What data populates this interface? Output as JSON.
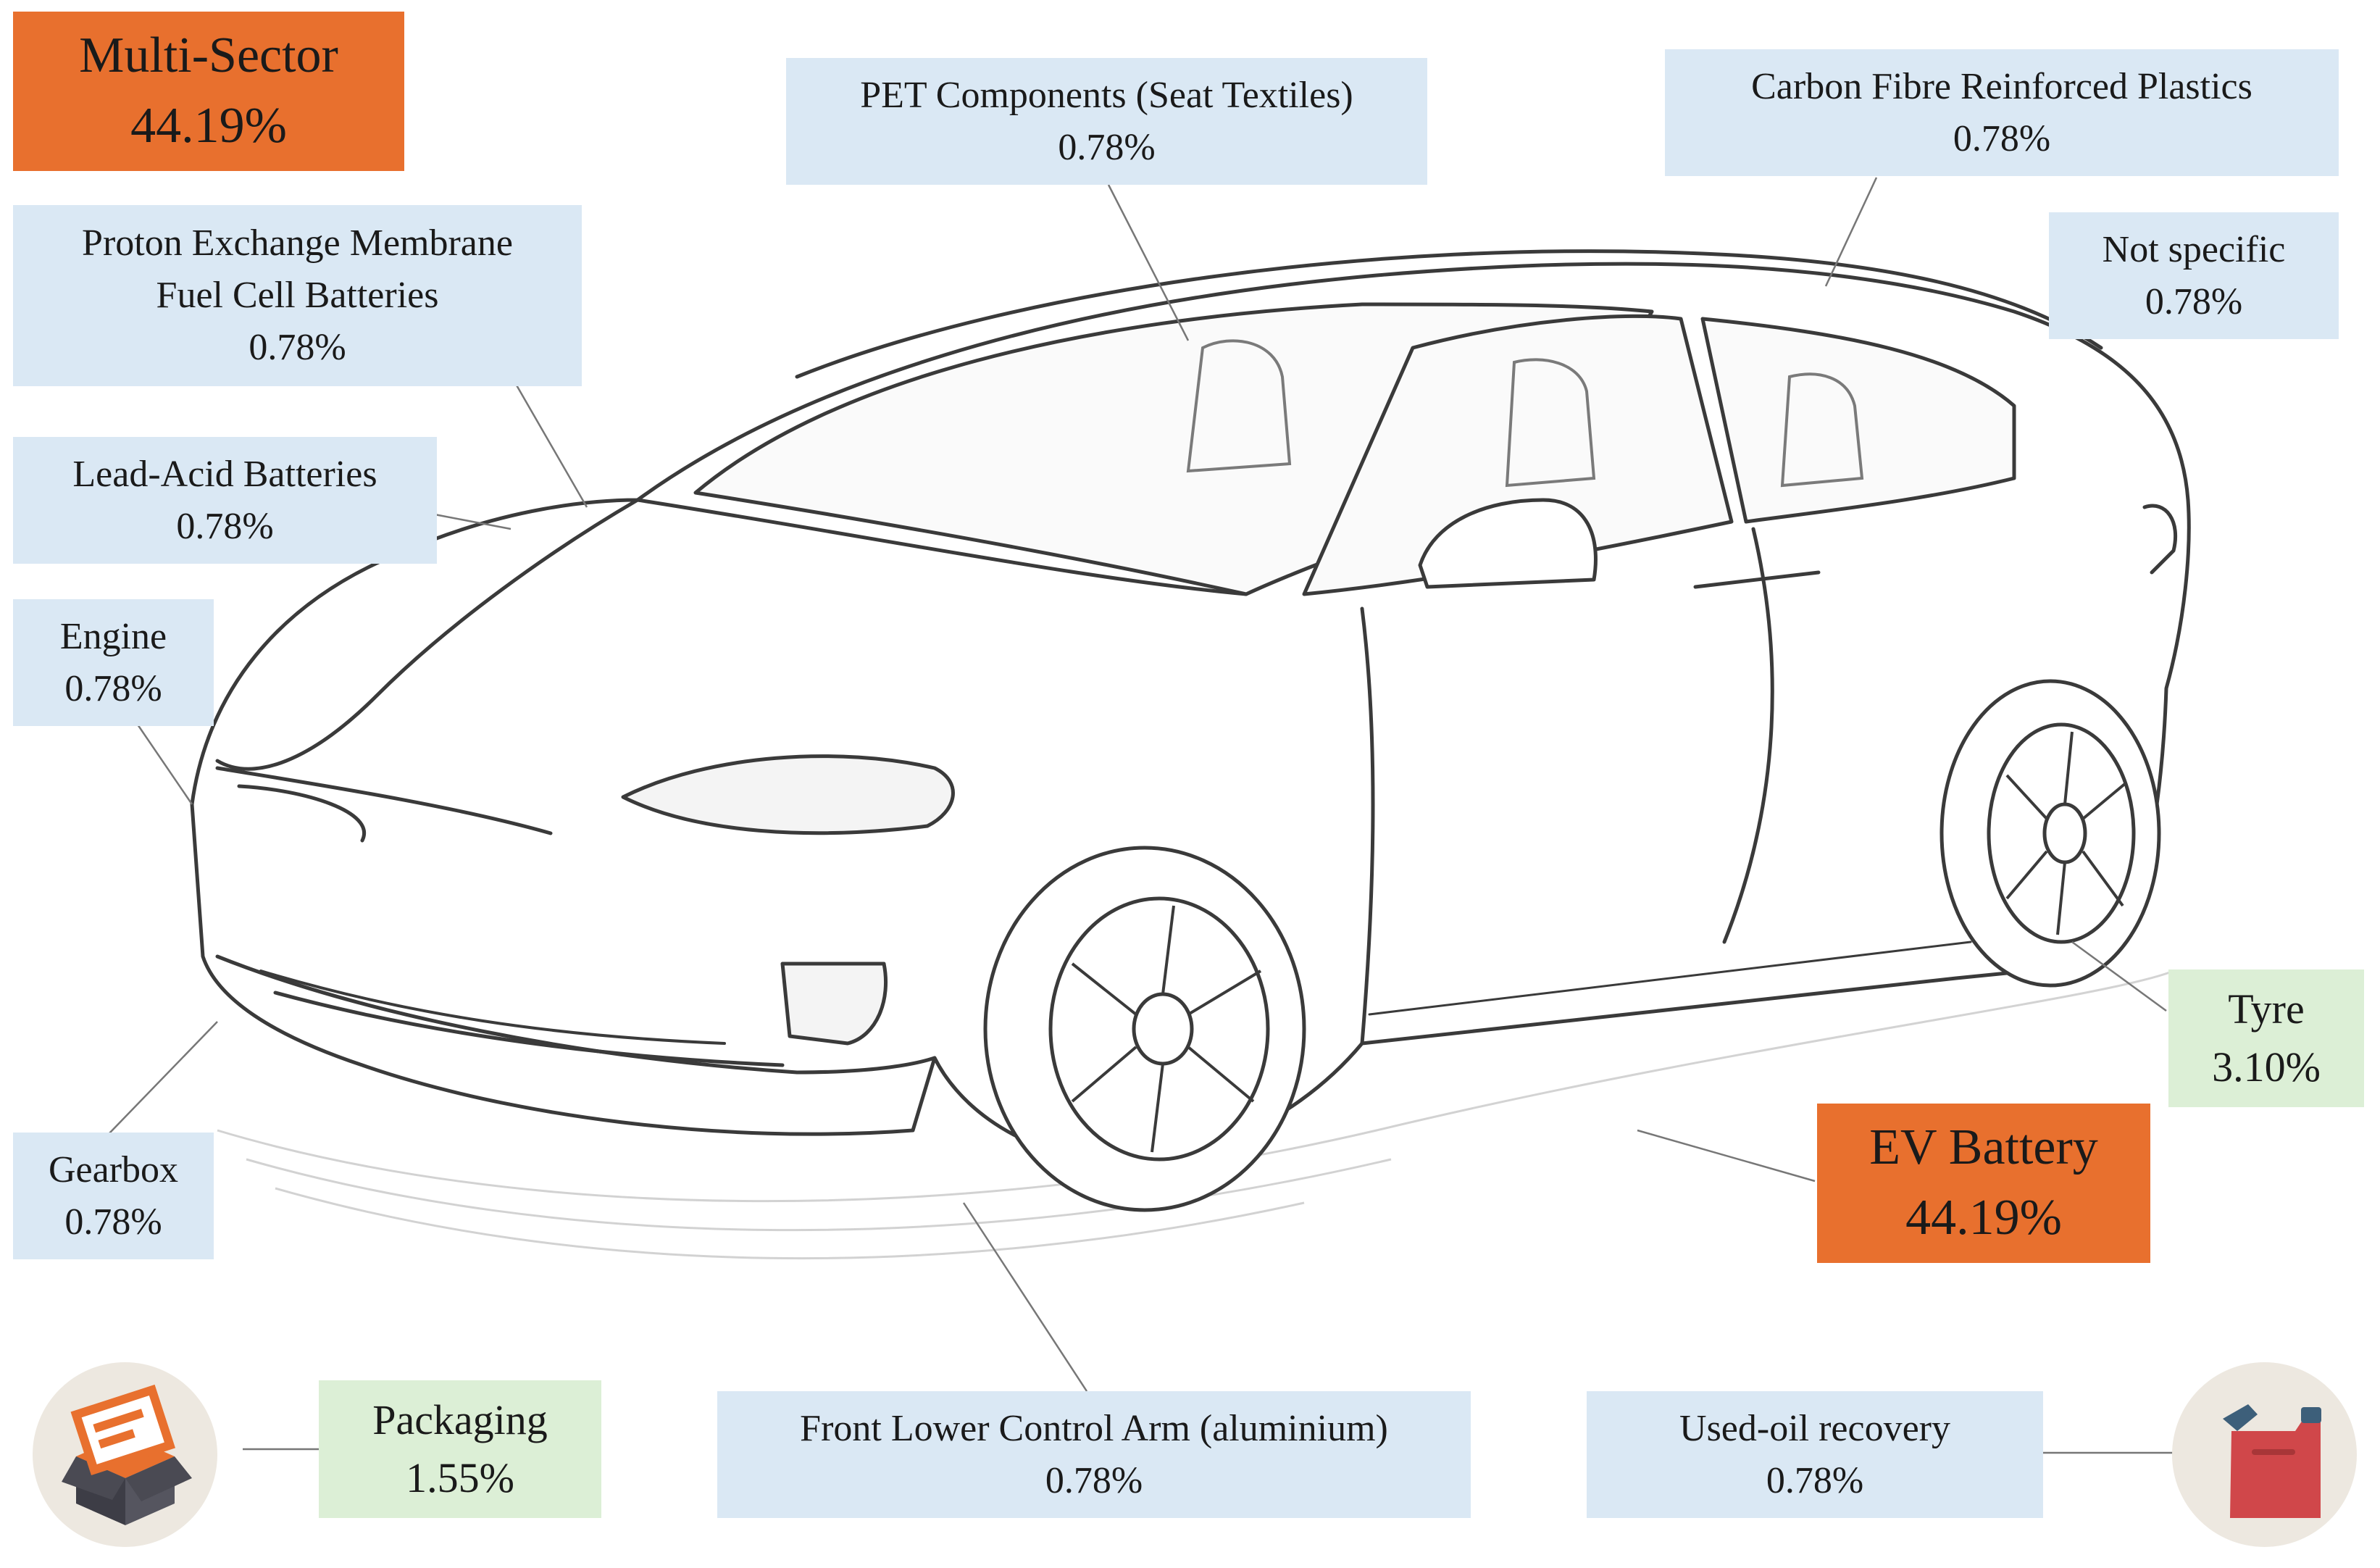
{
  "labels": {
    "multi_sector": {
      "name": "Multi-Sector",
      "value": "44.19%"
    },
    "pet_components": {
      "name": "PET Components (Seat Textiles)",
      "value": "0.78%"
    },
    "cfrp": {
      "name": "Carbon Fibre Reinforced Plastics",
      "value": "0.78%"
    },
    "pem_fuel_cell": {
      "line1": "Proton Exchange Membrane",
      "line2": "Fuel Cell Batteries",
      "value": "0.78%"
    },
    "not_specific": {
      "name": "Not specific",
      "value": "0.78%"
    },
    "lead_acid": {
      "name": "Lead-Acid Batteries",
      "value": "0.78%"
    },
    "engine": {
      "name": "Engine",
      "value": "0.78%"
    },
    "tyre": {
      "name": "Tyre",
      "value": "3.10%"
    },
    "ev_battery": {
      "name": "EV Battery",
      "value": "44.19%"
    },
    "gearbox": {
      "name": "Gearbox",
      "value": "0.78%"
    },
    "packaging": {
      "name": "Packaging",
      "value": "1.55%"
    },
    "front_lower_control_arm": {
      "name": "Front Lower Control Arm (aluminium)",
      "value": "0.78%"
    },
    "used_oil_recovery": {
      "name": "Used-oil recovery",
      "value": "0.78%"
    }
  },
  "colors": {
    "highlight": "#e8702e",
    "medium": "#dcefd6",
    "low": "#dae8f4"
  },
  "icons": {
    "packaging": "open-box-icon",
    "used_oil_recovery": "fuel-canister-icon"
  }
}
